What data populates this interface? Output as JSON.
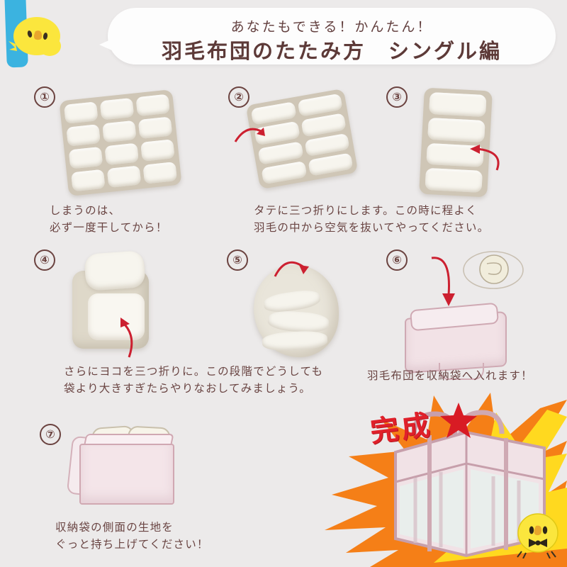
{
  "page": {
    "background_color": "#eceaea",
    "text_color": "#6a4543",
    "accent_red": "#e0202a",
    "accent_pink": "#d0a8b2",
    "accent_blue": "#3bb3e0",
    "accent_yellow": "#ffd91f",
    "accent_orange": "#f57f17"
  },
  "header": {
    "subtitle": "あなたもできる！かんたん！",
    "title": "羽毛布団のたたみ方　シングル編",
    "mascot_name": "chick-mascot"
  },
  "steps": [
    {
      "number": "①",
      "caption": "しまうのは、\n必ず一度干してから！",
      "illustration": "flat-futon-grid",
      "has_arrow": false
    },
    {
      "number": "②",
      "caption": "タテに三つ折りにします。この時に程よく\n羽毛の中から空気を抜いてやってください。",
      "illustration": "futon-folding-vertical",
      "has_arrow": true
    },
    {
      "number": "③",
      "caption": "",
      "illustration": "futon-folded-column",
      "has_arrow": true
    },
    {
      "number": "④",
      "caption": "さらにヨコを三つ折りに。この段階でどうしても\n袋より大きすぎたらやりなおしてみましょう。",
      "illustration": "futon-folding-horizontal",
      "has_arrow": true
    },
    {
      "number": "⑤",
      "caption": "",
      "illustration": "futon-rolled-bundle",
      "has_arrow": true
    },
    {
      "number": "⑥",
      "caption": "羽毛布団を収納袋へ入れます！",
      "illustration": "open-storage-bag-with-futon",
      "has_arrow": true
    },
    {
      "number": "⑦",
      "caption": "収納袋の側面の生地を\nぐっと持ち上げてください！",
      "illustration": "futon-inside-open-bag",
      "has_arrow": false
    }
  ],
  "finale": {
    "label": "完成",
    "star": "★",
    "illustration": "finished-storage-bag-with-handles",
    "mascot_name": "chick-mascot-bowtie"
  }
}
